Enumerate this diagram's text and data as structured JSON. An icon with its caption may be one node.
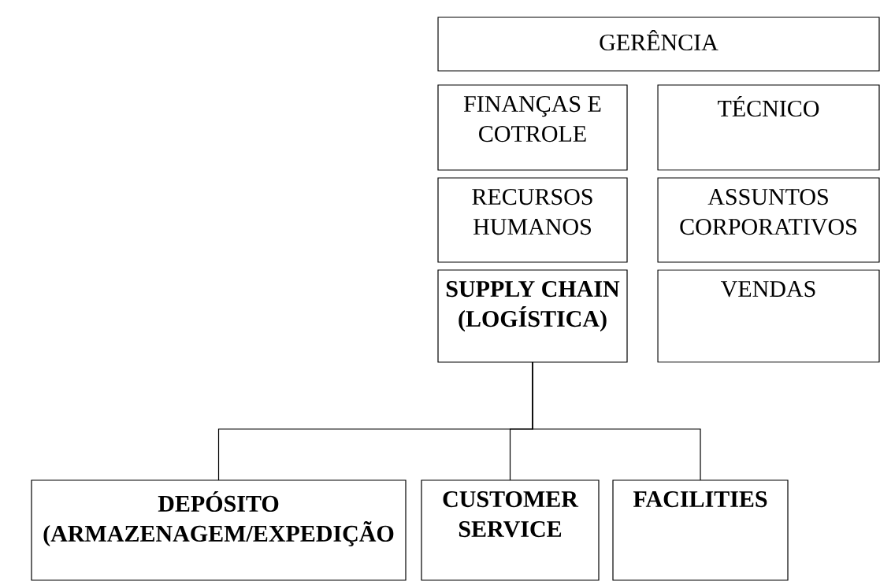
{
  "diagram": {
    "nodes": [
      {
        "text": [
          "GERÊNCIA"
        ]
      },
      {
        "text": [
          "FINANÇAS E COTROLE"
        ]
      },
      {
        "text": [
          "TÉCNICO"
        ]
      },
      {
        "text": [
          "RECURSOS HUMANOS"
        ]
      },
      {
        "text": [
          "ASSUNTOS CORPORATIVOS"
        ]
      },
      {
        "text": [
          "SUPPLY CHAIN (LOGÍSTICA)"
        ]
      },
      {
        "text": [
          "VENDAS"
        ]
      },
      {
        "text": [
          "DEPÓSITO (ARMAZENAGEM/EXPEDIÇÃO"
        ]
      },
      {
        "text": [
          "CUSTOMER SERVICE"
        ]
      },
      {
        "text": [
          "FACILITIES"
        ]
      }
    ],
    "edges": [
      {
        "from": 5,
        "to": 7,
        "arrow": "none"
      },
      {
        "from": 5,
        "to": 8,
        "arrow": "none"
      },
      {
        "from": 5,
        "to": 9,
        "arrow": "none"
      }
    ]
  }
}
